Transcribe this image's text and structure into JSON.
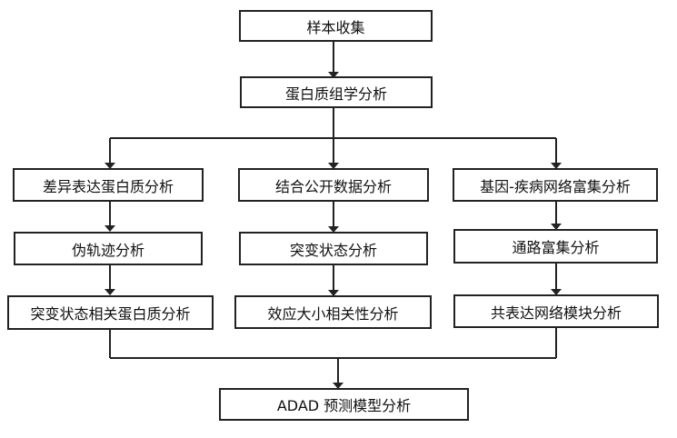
{
  "nodes": {
    "sample": "样本收集",
    "proteomics": "蛋白质组学分析",
    "diff_expr": "差异表达蛋白质分析",
    "public_data": "结合公开数据分析",
    "gene_disease": "基因-疾病网络富集分析",
    "pseudotime": "伪轨迹分析",
    "mutation": "突变状态分析",
    "pathway": "通路富集分析",
    "mutation_protein": "突变状态相关蛋白质分析",
    "effect_size": "效应大小相关性分析",
    "coexpr": "共表达网络模块分析",
    "adad_model": "ADAD 预测模型分析"
  },
  "colors": {
    "line": "#222222",
    "box_border": "#222222",
    "text": "#111111"
  }
}
